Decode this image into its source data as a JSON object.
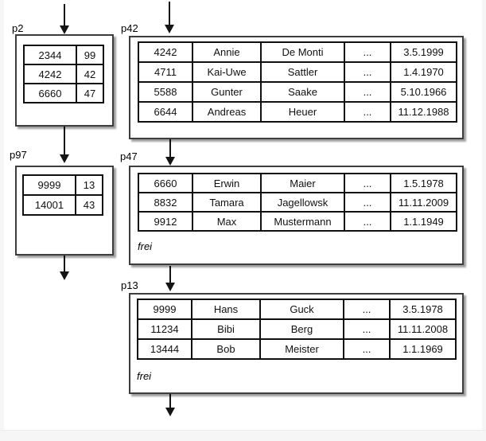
{
  "colors": {
    "background": "#ffffff",
    "margin_strip": "#f6f6f6",
    "box_border": "#3d3d3d",
    "table_lines": "#101010",
    "arrow": "#141414",
    "text": "#000000"
  },
  "index_pages": [
    {
      "label": "p2",
      "rows": [
        [
          "2344",
          "99"
        ],
        [
          "4242",
          "42"
        ],
        [
          "6660",
          "47"
        ]
      ]
    },
    {
      "label": "p97",
      "rows": [
        [
          "9999",
          "13"
        ],
        [
          "14001",
          "43"
        ]
      ]
    }
  ],
  "data_pages": [
    {
      "label": "p42",
      "rows": [
        [
          "4242",
          "Annie",
          "De Monti",
          "...",
          "3.5.1999"
        ],
        [
          "4711",
          "Kai-Uwe",
          "Sattler",
          "...",
          "1.4.1970"
        ],
        [
          "5588",
          "Gunter",
          "Saake",
          "...",
          "5.10.1966"
        ],
        [
          "6644",
          "Andreas",
          "Heuer",
          "...",
          "11.12.1988"
        ]
      ],
      "free_label": ""
    },
    {
      "label": "p47",
      "rows": [
        [
          "6660",
          "Erwin",
          "Maier",
          "...",
          "1.5.1978"
        ],
        [
          "8832",
          "Tamara",
          "Jagellowsk",
          "...",
          "11.11.2009"
        ],
        [
          "9912",
          "Max",
          "Mustermann",
          "...",
          "1.1.1949"
        ]
      ],
      "free_label": "frei"
    },
    {
      "label": "p13",
      "rows": [
        [
          "9999",
          "Hans",
          "Guck",
          "...",
          "3.5.1978"
        ],
        [
          "11234",
          "Bibi",
          "Berg",
          "...",
          "11.11.2008"
        ],
        [
          "13444",
          "Bob",
          "Meister",
          "...",
          "1.1.1969"
        ]
      ],
      "free_label": "frei"
    }
  ]
}
